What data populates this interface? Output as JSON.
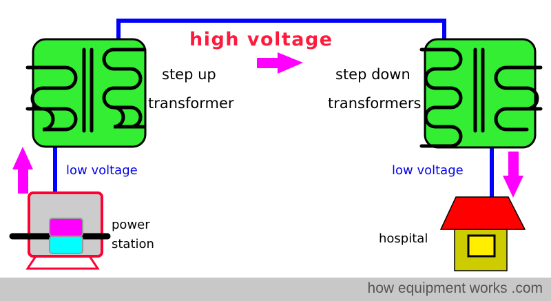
{
  "labels": {
    "high_voltage": "high voltage",
    "step_up_line1": "step up",
    "step_up_line2": "transformer",
    "step_down_line1": "step down",
    "step_down_line2": "transformers",
    "low_voltage_left": "low voltage",
    "low_voltage_right": "low voltage",
    "power_line1": "power",
    "power_line2": "station",
    "hospital": "hospital"
  },
  "footer": {
    "credit": "how equipment works .com"
  },
  "colors": {
    "wire": "#0000ff",
    "transformer_fill": "#33ee33",
    "arrow": "#ff00ff",
    "high_voltage_text": "#ff1a3c",
    "low_voltage_text": "#0000ee",
    "roof": "#ff0000",
    "house_body": "#cccc00",
    "window": "#ffee00",
    "station_body": "#cccccc",
    "station_outline": "#ff0033",
    "generator_top": "#ff00ff",
    "generator_bottom": "#00ffff",
    "footer_bg": "#c8c8c8"
  },
  "icons": [
    "transformer-icon",
    "power-station-icon",
    "hospital-icon",
    "arrow-icon"
  ]
}
